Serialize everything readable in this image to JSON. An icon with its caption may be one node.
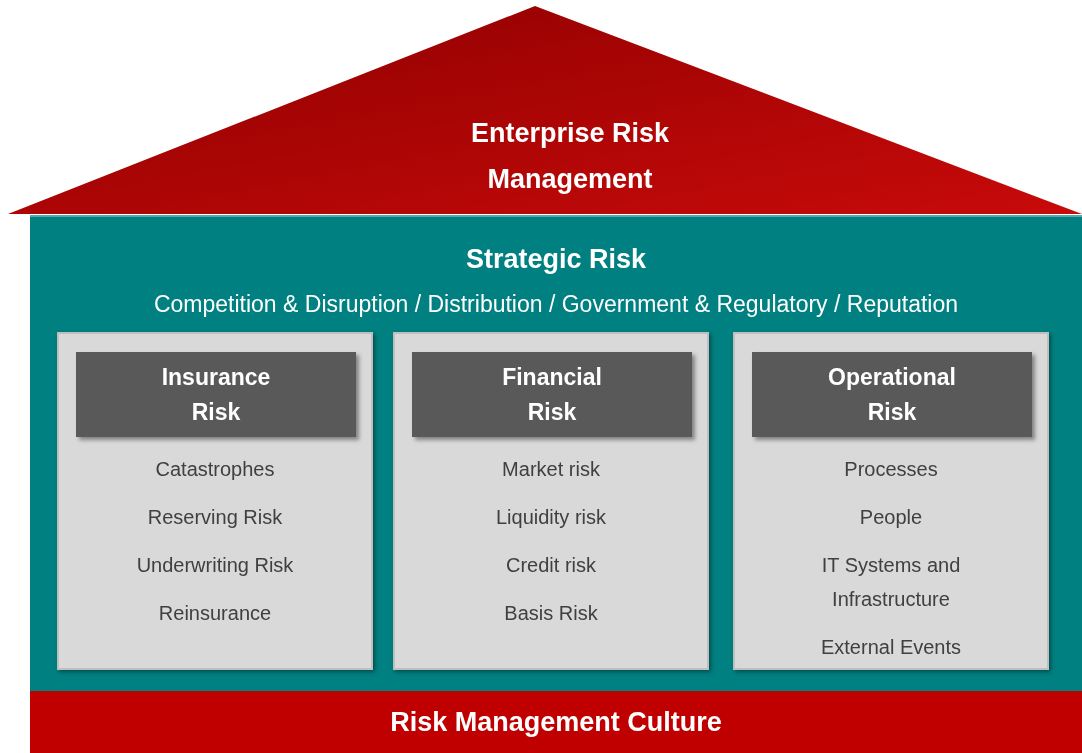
{
  "diagram": {
    "nodes": [
      {
        "text": [
          "Enterprise Risk Management"
        ]
      },
      {
        "text": [
          "Strategic Risk",
          "Competition & Disruption / Distribution / Government & Regulatory / Reputation"
        ]
      },
      {
        "text": [
          "Catastrophes",
          "Reserving Risk",
          "Underwriting Risk",
          "Reinsurance"
        ],
        "in": 1
      },
      {
        "text": [
          "Insurance Risk"
        ],
        "in": 2
      },
      {
        "text": [
          "Market risk",
          "Liquidity risk",
          "Credit risk",
          "Basis Risk"
        ],
        "in": 1
      },
      {
        "text": [
          "Financial Risk"
        ],
        "in": 4
      },
      {
        "text": [
          "Processes",
          "People",
          "IT Systems and Infrastructure",
          "External Events"
        ],
        "in": 1
      },
      {
        "text": [
          "Operational Risk"
        ],
        "in": 6
      },
      {
        "text": [
          "Risk Management Culture"
        ]
      }
    ]
  }
}
